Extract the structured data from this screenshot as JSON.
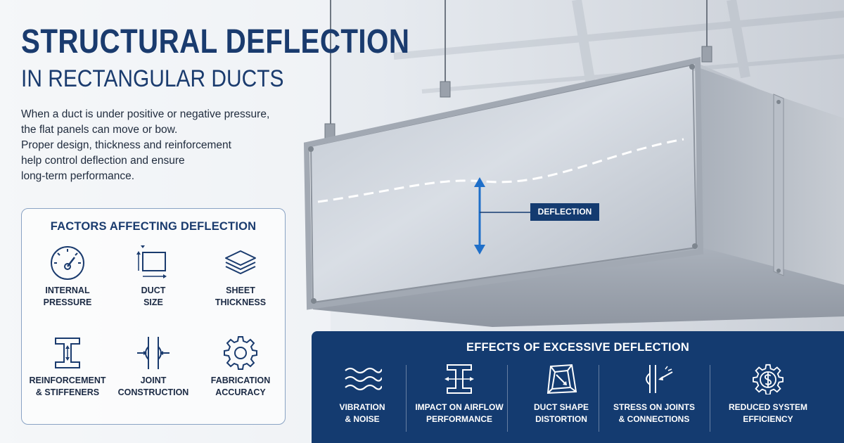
{
  "title": "STRUCTURAL DEFLECTION",
  "subtitle": "IN RECTANGULAR DUCTS",
  "intro": [
    "When a duct is under positive or negative pressure,",
    "the flat panels can move or bow.",
    "Proper design, thickness and reinforcement",
    "help control deflection and ensure",
    "long-term performance."
  ],
  "deflection_label": "DEFLECTION",
  "factors": {
    "heading": "FACTORS AFFECTING DEFLECTION",
    "items": [
      {
        "line1": "INTERNAL",
        "line2": "PRESSURE",
        "icon": "pressure-gauge-icon"
      },
      {
        "line1": "DUCT",
        "line2": "SIZE",
        "icon": "duct-size-icon"
      },
      {
        "line1": "SHEET",
        "line2": "THICKNESS",
        "icon": "sheet-layers-icon"
      },
      {
        "line1": "REINFORCEMENT",
        "line2": "& STIFFENERS",
        "icon": "i-beam-icon"
      },
      {
        "line1": "JOINT",
        "line2": "CONSTRUCTION",
        "icon": "joint-icon"
      },
      {
        "line1": "FABRICATION",
        "line2": "ACCURACY",
        "icon": "gear-icon"
      }
    ]
  },
  "effects": {
    "heading": "EFFECTS OF EXCESSIVE DEFLECTION",
    "items": [
      {
        "line1": "VIBRATION",
        "line2": "& NOISE",
        "icon": "waves-icon"
      },
      {
        "line1": "IMPACT ON AIRFLOW",
        "line2": "PERFORMANCE",
        "icon": "airflow-beam-icon"
      },
      {
        "line1": "DUCT SHAPE",
        "line2": "DISTORTION",
        "icon": "distorted-box-icon"
      },
      {
        "line1": "STRESS ON JOINTS",
        "line2": "& CONNECTIONS",
        "icon": "joint-stress-icon"
      },
      {
        "line1": "REDUCED SYSTEM",
        "line2": "EFFICIENCY",
        "icon": "dollar-gear-icon"
      }
    ]
  },
  "colors": {
    "navy": "#143b70",
    "title_blue": "#1a3b6e",
    "arrow_blue": "#1f6fc9"
  }
}
